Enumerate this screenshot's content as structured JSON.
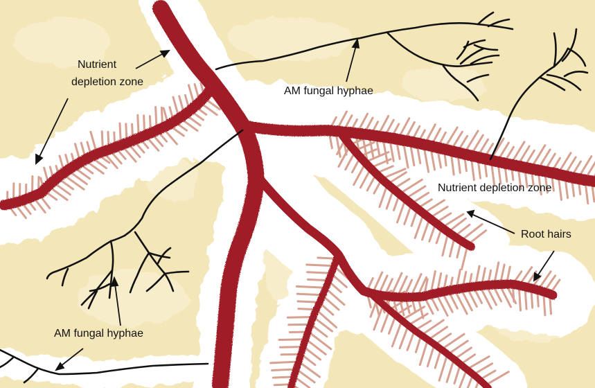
{
  "labels": {
    "depletion_zone_left_line1": "Nutrient",
    "depletion_zone_left_line2": "depletion zone",
    "hyphae_top": "AM fungal hyphae",
    "depletion_zone_right": "Nutrient depletion zone",
    "root_hairs": "Root hairs",
    "hyphae_bottom": "AM fungal hyphae"
  },
  "colors": {
    "soil": "#f3e6b8",
    "soil_light": "#f8efcf",
    "depletion_zone": "#ffffff",
    "root": "#a01e26",
    "root_hair": "#d49c8c",
    "hyphae": "#111111",
    "arrow": "#111111"
  }
}
